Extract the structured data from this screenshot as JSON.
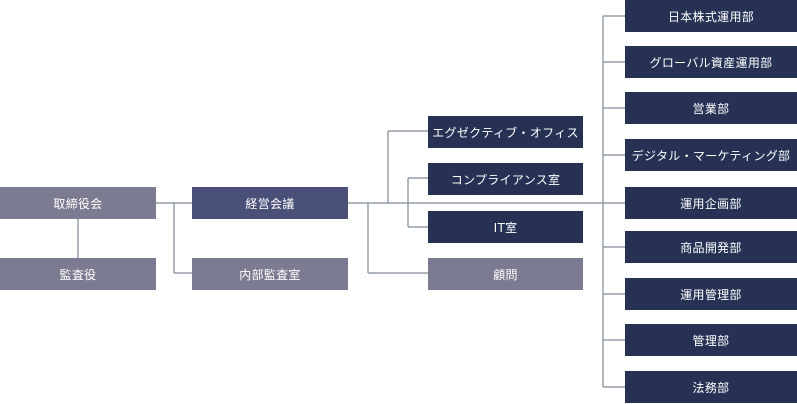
{
  "chart": {
    "board": "取締役会",
    "auditor": "監査役",
    "management_meeting": "経営会議",
    "internal_audit": "内部監査室",
    "staff_units": [
      {
        "label": "エグゼクティブ・オフィス"
      },
      {
        "label": "コンプライアンス室"
      },
      {
        "label": "IT室"
      },
      {
        "label": "顧問"
      }
    ],
    "departments": [
      {
        "label": "日本株式運用部"
      },
      {
        "label": "グローバル資産運用部"
      },
      {
        "label": "営業部"
      },
      {
        "label": "デジタル・マーケティング部"
      },
      {
        "label": "運用企画部"
      },
      {
        "label": "商品開発部"
      },
      {
        "label": "運用管理部"
      },
      {
        "label": "管理部"
      },
      {
        "label": "法務部"
      }
    ]
  }
}
